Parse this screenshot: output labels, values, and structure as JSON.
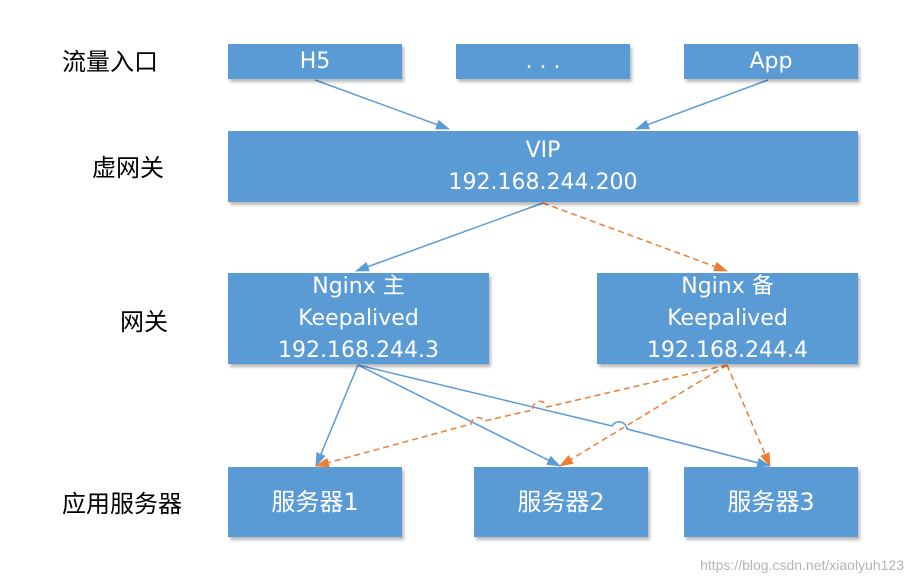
{
  "row_labels": {
    "entry": "流量入口",
    "virtual_gateway": "虚网关",
    "gateway": "网关",
    "app_servers": "应用服务器"
  },
  "entry_nodes": {
    "h5": "H5",
    "ellipsis": ". . .",
    "app": "App"
  },
  "vip": {
    "title": "VIP",
    "ip": "192.168.244.200"
  },
  "gateway_primary": {
    "title": "Nginx 主",
    "software": "Keepalived",
    "ip": "192.168.244.3"
  },
  "gateway_backup": {
    "title": "Nginx 备",
    "software": "Keepalived",
    "ip": "192.168.244.4"
  },
  "servers": {
    "s1": "服务器1",
    "s2": "服务器2",
    "s3": "服务器3"
  },
  "watermark": "https://blog.csdn.net/xiaolyuh123",
  "colors": {
    "box_fill": "#5b9bd5",
    "solid_edge": "#5b9bd5",
    "dashed_edge": "#ed7d31"
  }
}
